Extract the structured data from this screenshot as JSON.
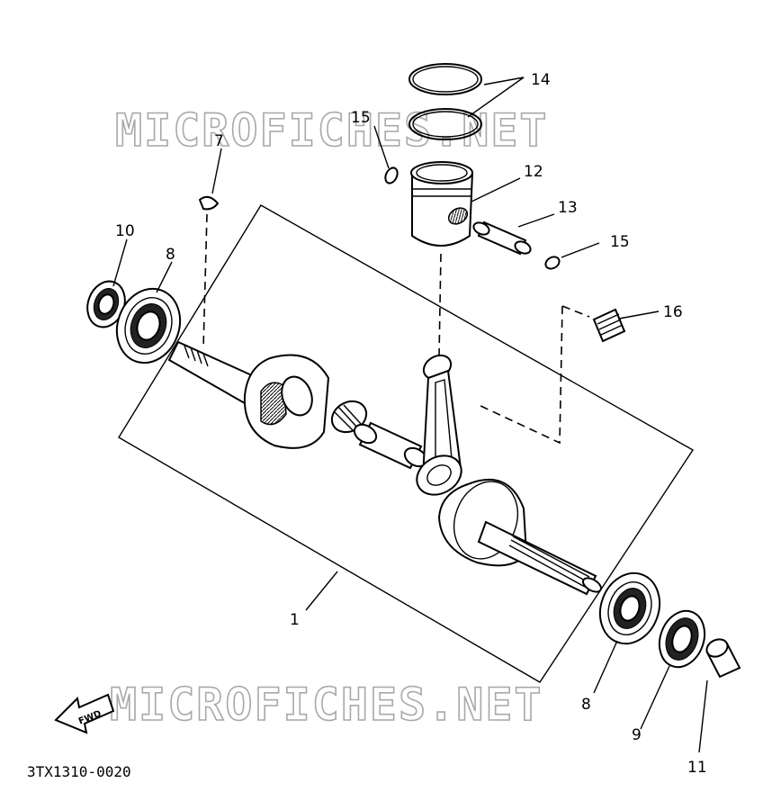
{
  "watermark": {
    "text": "MICROFICHES.NET"
  },
  "diagram_code": "3TX1310-0020",
  "direction_label": "FWD",
  "callouts": {
    "c1": "1",
    "c7": "7",
    "c8a": "8",
    "c8b": "8",
    "c9": "9",
    "c10": "10",
    "c11": "11",
    "c12": "12",
    "c13": "13",
    "c14": "14",
    "c15a": "15",
    "c15b": "15",
    "c16": "16"
  }
}
